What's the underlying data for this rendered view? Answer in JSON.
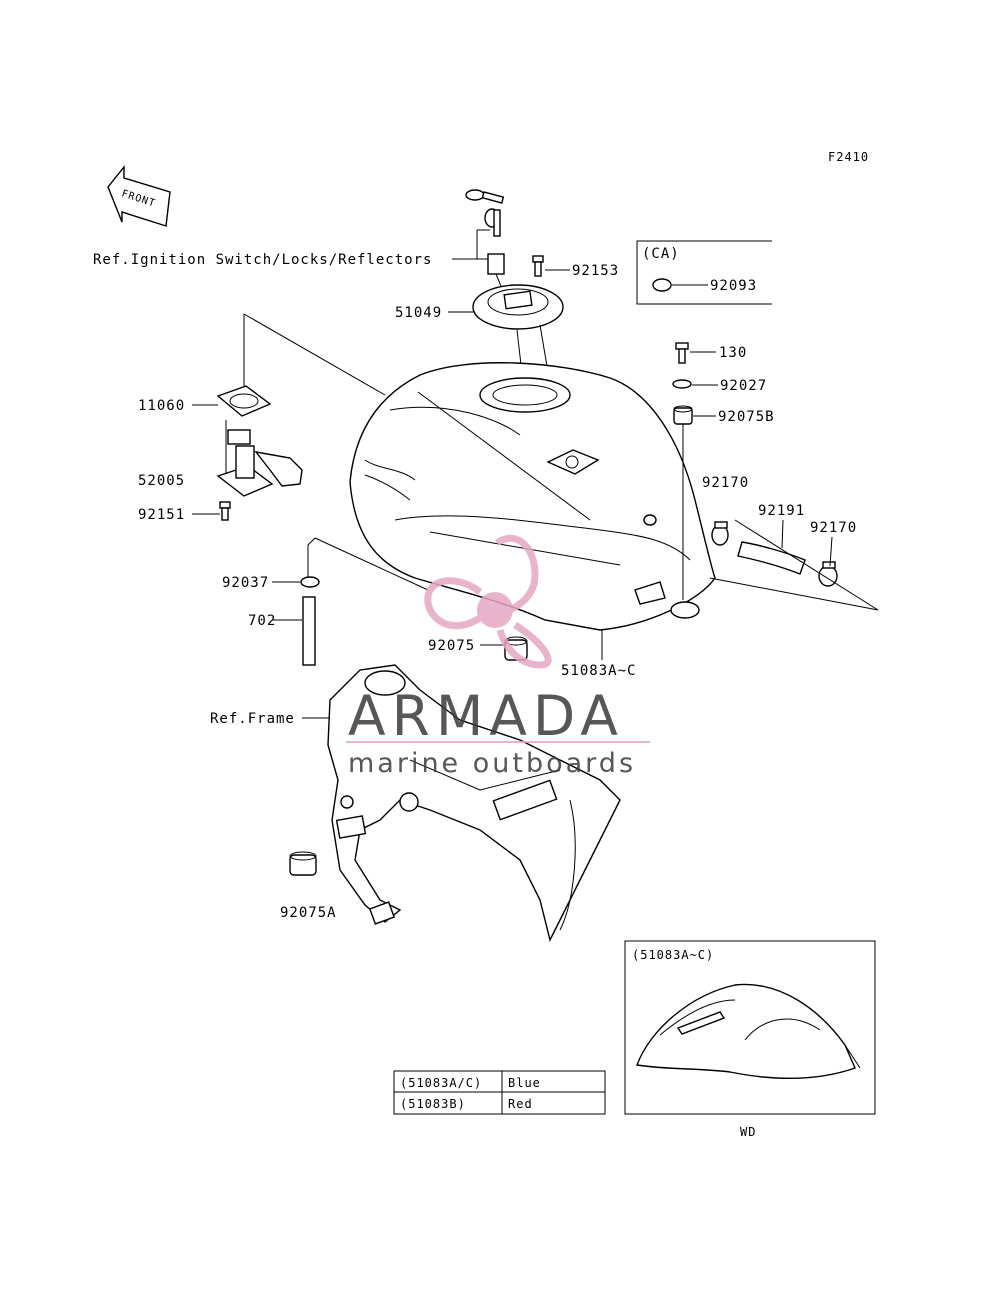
{
  "figure_code": "F2410",
  "front_label": "FRONT",
  "references": {
    "ignition": "Ref.Ignition Switch/Locks/Reflectors",
    "frame": "Ref.Frame"
  },
  "ca_box": {
    "title": "(CA)",
    "part": "92093"
  },
  "parts": {
    "p92153": "92153",
    "p51049": "51049",
    "p11060": "11060",
    "p52005": "52005",
    "p92151": "92151",
    "p130": "130",
    "p92027": "92027",
    "p92075B": "92075B",
    "p92170a": "92170",
    "p92191": "92191",
    "p92170b": "92170",
    "p92037": "92037",
    "p702": "702",
    "p92075": "92075",
    "p51083": "51083A~C",
    "p92075A": "92075A"
  },
  "color_table": {
    "rows": [
      {
        "code": "(51083A/C)",
        "color": "Blue"
      },
      {
        "code": "(51083B)",
        "color": "Red"
      }
    ]
  },
  "inset": {
    "title": "(51083A~C)",
    "caption": "WD"
  },
  "watermark": {
    "brand": "ARMADA",
    "tagline": "marine outboards",
    "color": "#e6a7c2"
  }
}
